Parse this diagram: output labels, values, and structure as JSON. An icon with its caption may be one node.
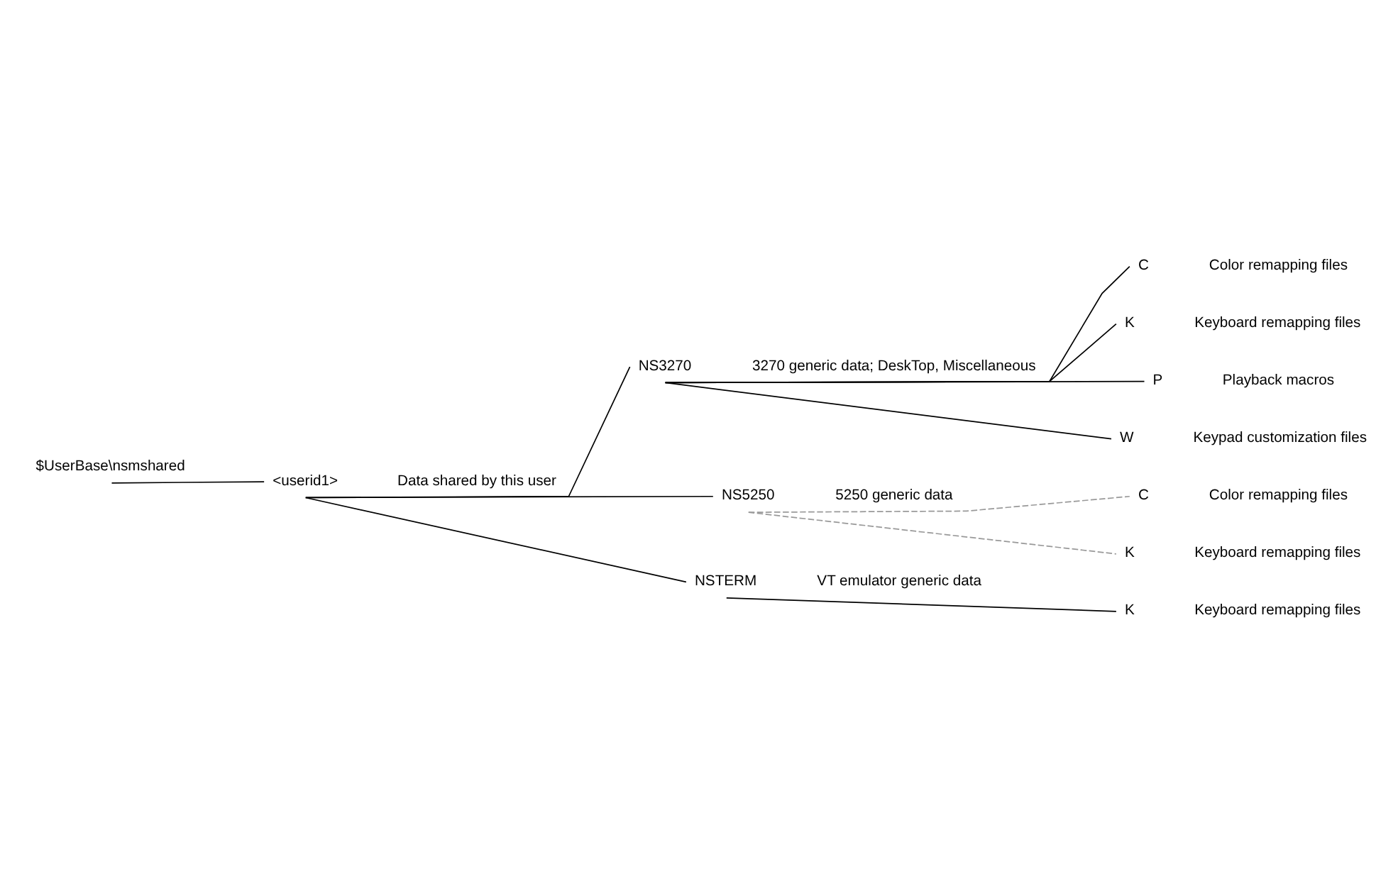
{
  "diagram": {
    "nodes": [
      {
        "text": [
          "$UserBase\\nsmshared"
        ]
      },
      {
        "text": [
          "<userid1>"
        ],
        "beside": [
          "Data shared by this user"
        ]
      },
      {
        "text": [
          "NS3270"
        ],
        "beside": [
          "3270 generic data; DeskTop, Miscellaneous"
        ]
      },
      {
        "text": [
          "C"
        ],
        "beside": [
          "Color remapping files"
        ]
      },
      {
        "text": [
          "K"
        ],
        "beside": [
          "Keyboard remapping files"
        ]
      },
      {
        "text": [
          "P"
        ],
        "beside": [
          "Playback macros"
        ]
      },
      {
        "text": [
          "W"
        ],
        "beside": [
          "Keypad customization files"
        ]
      },
      {
        "text": [
          "NS5250"
        ],
        "beside": [
          "5250 generic data"
        ]
      },
      {
        "text": [
          "C"
        ],
        "beside": [
          "Color remapping files"
        ]
      },
      {
        "text": [
          "K"
        ],
        "beside": [
          "Keyboard remapping files"
        ]
      },
      {
        "text": [
          "NSTERM"
        ],
        "beside": [
          "VT emulator generic data"
        ]
      },
      {
        "text": [
          "K"
        ],
        "beside": [
          "Keyboard remapping files"
        ]
      }
    ],
    "edges": [
      {
        "from": 0,
        "to": 1,
        "arrow": "none"
      },
      {
        "from": 1,
        "to": 2,
        "arrow": "none"
      },
      {
        "from": 2,
        "to": 3,
        "arrow": "none"
      },
      {
        "from": 2,
        "to": 4,
        "arrow": "none"
      },
      {
        "from": 2,
        "to": 5,
        "arrow": "none"
      },
      {
        "from": 2,
        "to": 6,
        "arrow": "none"
      },
      {
        "from": 1,
        "to": 7,
        "arrow": "none"
      },
      {
        "from": 7,
        "to": 8,
        "arrow": "none",
        "style": "dashed",
        "color": "#999999"
      },
      {
        "from": 7,
        "to": 9,
        "arrow": "none",
        "style": "dashed",
        "color": "#999999"
      },
      {
        "from": 1,
        "to": 10,
        "arrow": "none"
      },
      {
        "from": 10,
        "to": 11,
        "arrow": "none"
      }
    ]
  }
}
